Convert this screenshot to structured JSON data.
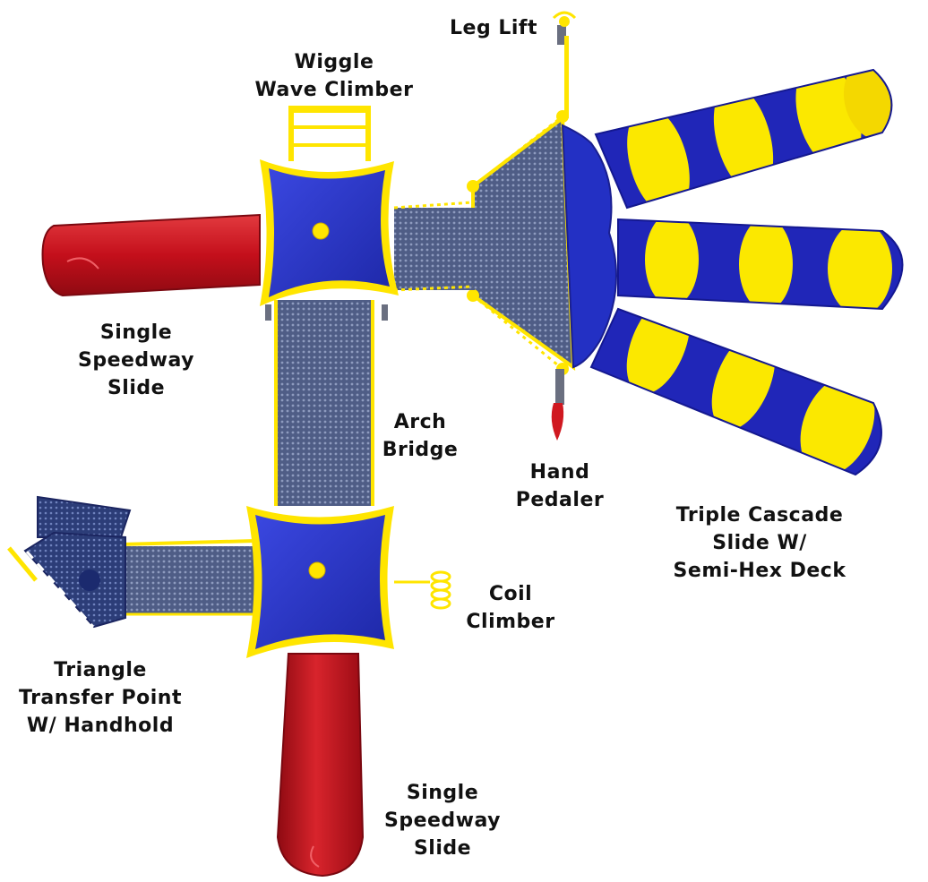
{
  "colors": {
    "deck_blue": "#2a35c9",
    "deck_yellow": "#ffe500",
    "slide_red": "#c8101c",
    "slide_blue": "#1f22b8",
    "slide_yellow": "#fbe800",
    "mesh_gray": "#5d6b8e",
    "label_text": "#111111"
  },
  "labels": {
    "leg_lift": [
      "Leg Lift"
    ],
    "wiggle_wave_climber": [
      "Wiggle",
      "Wave Climber"
    ],
    "single_speedway_slide_left": [
      "Single",
      "Speedway",
      "Slide"
    ],
    "arch_bridge": [
      "Arch",
      "Bridge"
    ],
    "hand_pedaler": [
      "Hand",
      "Pedaler"
    ],
    "triple_cascade_slide": [
      "Triple Cascade",
      "Slide W/",
      "Semi-Hex Deck"
    ],
    "coil_climber": [
      "Coil",
      "Climber"
    ],
    "triangle_transfer_point": [
      "Triangle",
      "Transfer Point",
      "W/ Handhold"
    ],
    "single_speedway_slide_bottom": [
      "Single",
      "Speedway",
      "Slide"
    ]
  }
}
